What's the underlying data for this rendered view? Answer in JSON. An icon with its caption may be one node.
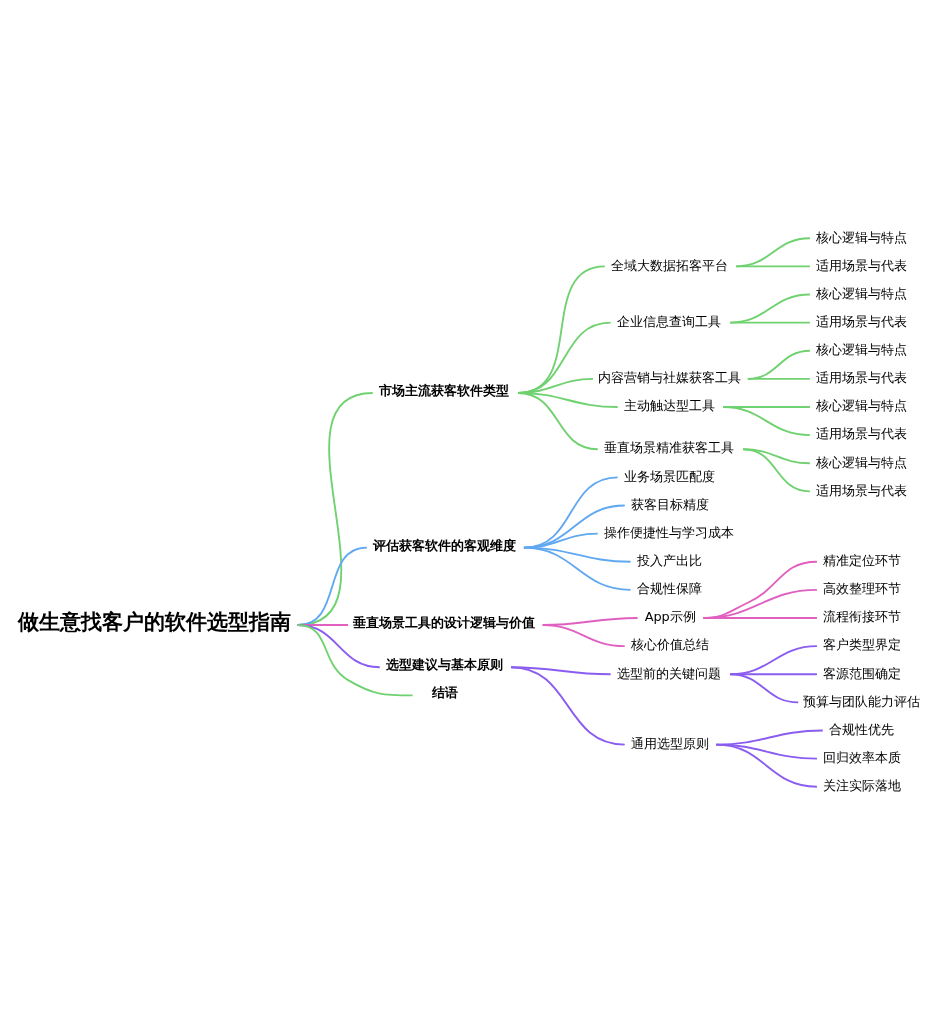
{
  "diagram": {
    "nodes": [
      {
        "text": [
          "做生意找客户的软件选型指南"
        ]
      },
      {
        "text": [
          "市场主流获客软件类型"
        ]
      },
      {
        "text": [
          "全域大数据拓客平台"
        ]
      },
      {
        "text": [
          "核心逻辑与特点"
        ]
      },
      {
        "text": [
          "适用场景与代表"
        ]
      },
      {
        "text": [
          "企业信息查询工具"
        ]
      },
      {
        "text": [
          "核心逻辑与特点"
        ]
      },
      {
        "text": [
          "适用场景与代表"
        ]
      },
      {
        "text": [
          "内容营销与社媒获客工具"
        ]
      },
      {
        "text": [
          "核心逻辑与特点"
        ]
      },
      {
        "text": [
          "适用场景与代表"
        ]
      },
      {
        "text": [
          "主动触达型工具"
        ]
      },
      {
        "text": [
          "核心逻辑与特点"
        ]
      },
      {
        "text": [
          "适用场景与代表"
        ]
      },
      {
        "text": [
          "垂直场景精准获客工具"
        ]
      },
      {
        "text": [
          "核心逻辑与特点"
        ]
      },
      {
        "text": [
          "适用场景与代表"
        ]
      },
      {
        "text": [
          "评估获客软件的客观维度"
        ]
      },
      {
        "text": [
          "业务场景匹配度"
        ]
      },
      {
        "text": [
          "获客目标精度"
        ]
      },
      {
        "text": [
          "操作便捷性与学习成本"
        ]
      },
      {
        "text": [
          "投入产出比"
        ]
      },
      {
        "text": [
          "合规性保障"
        ]
      },
      {
        "text": [
          "垂直场景工具的设计逻辑与价值"
        ]
      },
      {
        "text": [
          "App示例"
        ]
      },
      {
        "text": [
          "精准定位环节"
        ]
      },
      {
        "text": [
          "高效整理环节"
        ]
      },
      {
        "text": [
          "流程衔接环节"
        ]
      },
      {
        "text": [
          "核心价值总结"
        ]
      },
      {
        "text": [
          "选型建议与基本原则"
        ]
      },
      {
        "text": [
          "选型前的关键问题"
        ]
      },
      {
        "text": [
          "客户类型界定"
        ]
      },
      {
        "text": [
          "客源范围确定"
        ]
      },
      {
        "text": [
          "预算与团队能力评估"
        ]
      },
      {
        "text": [
          "通用选型原则"
        ]
      },
      {
        "text": [
          "合规性优先"
        ]
      },
      {
        "text": [
          "回归效率本质"
        ]
      },
      {
        "text": [
          "关注实际落地"
        ]
      },
      {
        "text": [
          "结语"
        ]
      }
    ],
    "edges": [
      {
        "from": 0,
        "to": 1,
        "arrow": "none"
      },
      {
        "from": 1,
        "to": 2,
        "arrow": "none"
      },
      {
        "from": 2,
        "to": 3,
        "arrow": "none"
      },
      {
        "from": 2,
        "to": 4,
        "arrow": "none"
      },
      {
        "from": 1,
        "to": 5,
        "arrow": "none"
      },
      {
        "from": 5,
        "to": 6,
        "arrow": "none"
      },
      {
        "from": 5,
        "to": 7,
        "arrow": "none"
      },
      {
        "from": 1,
        "to": 8,
        "arrow": "none"
      },
      {
        "from": 8,
        "to": 9,
        "arrow": "none"
      },
      {
        "from": 8,
        "to": 10,
        "arrow": "none"
      },
      {
        "from": 1,
        "to": 11,
        "arrow": "none"
      },
      {
        "from": 11,
        "to": 12,
        "arrow": "none"
      },
      {
        "from": 11,
        "to": 13,
        "arrow": "none"
      },
      {
        "from": 1,
        "to": 14,
        "arrow": "none"
      },
      {
        "from": 14,
        "to": 15,
        "arrow": "none"
      },
      {
        "from": 14,
        "to": 16,
        "arrow": "none"
      },
      {
        "from": 0,
        "to": 17,
        "arrow": "none",
        "color": "#60a8f0"
      },
      {
        "from": 17,
        "to": 18,
        "arrow": "none",
        "color": "#60a8f0"
      },
      {
        "from": 17,
        "to": 19,
        "arrow": "none",
        "color": "#60a8f0"
      },
      {
        "from": 17,
        "to": 20,
        "arrow": "none",
        "color": "#60a8f0"
      },
      {
        "from": 17,
        "to": 21,
        "arrow": "none",
        "color": "#60a8f0"
      },
      {
        "from": 17,
        "to": 22,
        "arrow": "none",
        "color": "#60a8f0"
      },
      {
        "from": 0,
        "to": 23,
        "arrow": "none",
        "color": "#e060c0"
      },
      {
        "from": 23,
        "to": 24,
        "arrow": "none",
        "color": "#e060c0"
      },
      {
        "from": 24,
        "to": 25,
        "arrow": "none",
        "color": "#e060c0"
      },
      {
        "from": 24,
        "to": 26,
        "arrow": "none",
        "color": "#e060c0"
      },
      {
        "from": 24,
        "to": 27,
        "arrow": "none",
        "color": "#e060c0"
      },
      {
        "from": 23,
        "to": 28,
        "arrow": "none",
        "color": "#e060c0"
      },
      {
        "from": 0,
        "to": 29,
        "arrow": "none",
        "color": "#8a5cf0"
      },
      {
        "from": 29,
        "to": 30,
        "arrow": "none",
        "color": "#8a5cf0"
      },
      {
        "from": 30,
        "to": 31,
        "arrow": "none",
        "color": "#8a5cf0"
      },
      {
        "from": 30,
        "to": 32,
        "arrow": "none",
        "color": "#8a5cf0"
      },
      {
        "from": 30,
        "to": 33,
        "arrow": "none",
        "color": "#8a5cf0"
      },
      {
        "from": 29,
        "to": 34,
        "arrow": "none",
        "color": "#8a5cf0"
      },
      {
        "from": 34,
        "to": 35,
        "arrow": "none",
        "color": "#8a5cf0"
      },
      {
        "from": 34,
        "to": 36,
        "arrow": "none",
        "color": "#8a5cf0"
      },
      {
        "from": 34,
        "to": 37,
        "arrow": "none",
        "color": "#8a5cf0"
      },
      {
        "from": 0,
        "to": 38,
        "arrow": "none"
      }
    ]
  }
}
